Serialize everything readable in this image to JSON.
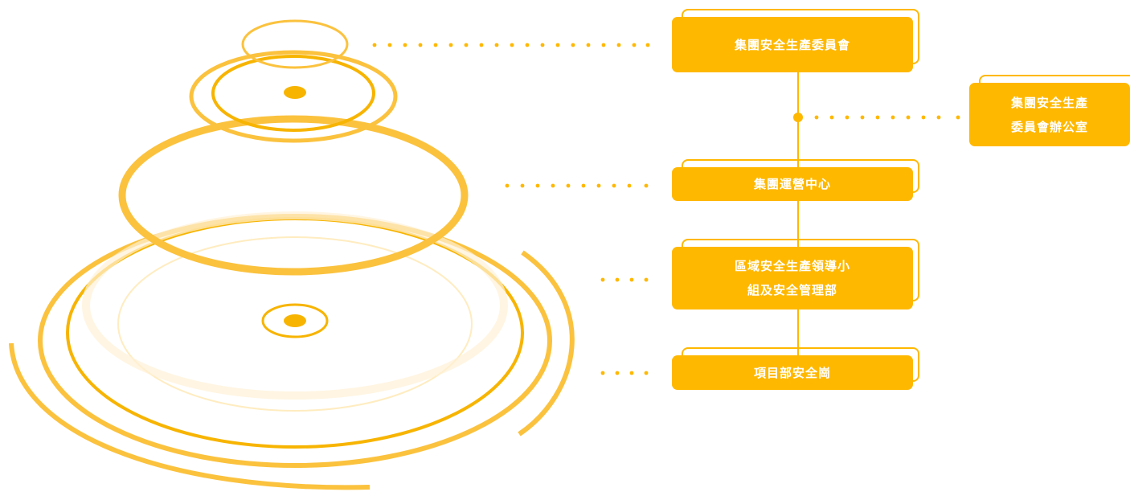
{
  "colors": {
    "accent": "#FFB800",
    "accent_dark": "#F5A800",
    "text_on_accent": "#FFFFFF"
  },
  "nodes": {
    "committee": {
      "lines": [
        "集團安全生產委員會"
      ]
    },
    "committee_office": {
      "lines": [
        "集團安全生產",
        "委員會辦公室"
      ]
    },
    "operations_center": {
      "lines": [
        "集團運營中心"
      ]
    },
    "regional_group": {
      "lines": [
        "區域安全生產領導小",
        "組及安全管理部"
      ]
    },
    "project_post": {
      "lines": [
        "項目部安全崗"
      ]
    }
  }
}
